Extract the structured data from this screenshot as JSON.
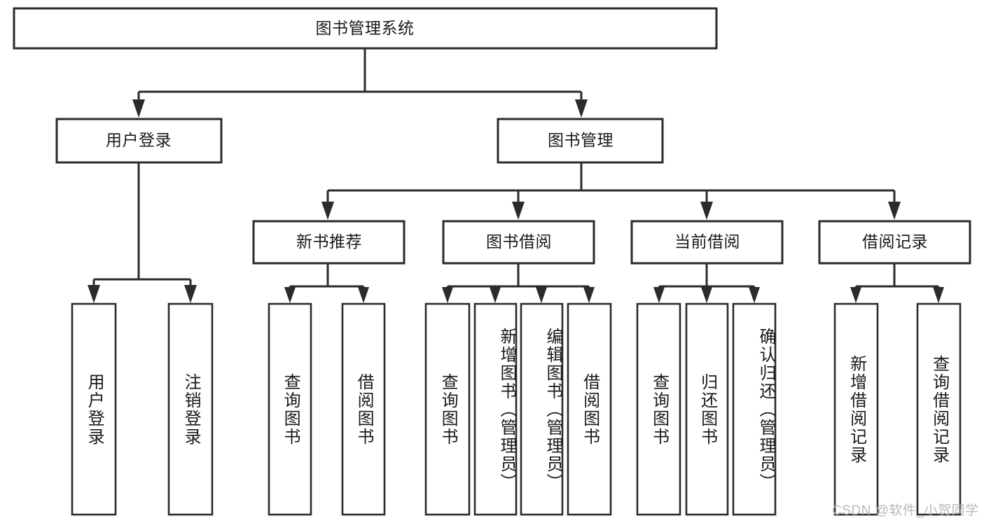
{
  "diagram": {
    "type": "tree",
    "title": "图书管理系统",
    "root": {
      "id": "root",
      "label": "图书管理系统",
      "orientation": "horizontal"
    },
    "level2": [
      {
        "id": "user-login",
        "label": "用户登录",
        "orientation": "horizontal"
      },
      {
        "id": "book-manage",
        "label": "图书管理",
        "orientation": "horizontal"
      }
    ],
    "level3": [
      {
        "id": "new-book-recommend",
        "label": "新书推荐",
        "orientation": "horizontal"
      },
      {
        "id": "book-borrow",
        "label": "图书借阅",
        "orientation": "horizontal"
      },
      {
        "id": "current-borrow",
        "label": "当前借阅",
        "orientation": "horizontal"
      },
      {
        "id": "borrow-record",
        "label": "借阅记录",
        "orientation": "horizontal"
      }
    ],
    "leaves": {
      "user_login": [
        {
          "id": "leaf-user-login",
          "label": "用户登录",
          "orientation": "vertical"
        },
        {
          "id": "leaf-logout-login",
          "label": "注销登录",
          "orientation": "vertical"
        }
      ],
      "new_book_recommend": [
        {
          "id": "leaf-query-book-1",
          "label": "查询图书",
          "orientation": "vertical"
        },
        {
          "id": "leaf-borrow-book-1",
          "label": "借阅图书",
          "orientation": "vertical"
        }
      ],
      "book_borrow": [
        {
          "id": "leaf-query-book-2",
          "label": "查询图书",
          "orientation": "vertical"
        },
        {
          "id": "leaf-add-book",
          "label": "新增图书（管理员）",
          "orientation": "vertical"
        },
        {
          "id": "leaf-edit-book",
          "label": "编辑图书（管理员）",
          "orientation": "vertical"
        },
        {
          "id": "leaf-borrow-book-2",
          "label": "借阅图书",
          "orientation": "vertical"
        }
      ],
      "current_borrow": [
        {
          "id": "leaf-query-book-3",
          "label": "查询图书",
          "orientation": "vertical"
        },
        {
          "id": "leaf-return-book",
          "label": "归还图书",
          "orientation": "vertical"
        },
        {
          "id": "leaf-confirm-return",
          "label": "确认归还（管理员）",
          "orientation": "vertical"
        }
      ],
      "borrow_record": [
        {
          "id": "leaf-add-record",
          "label": "新增借阅记录",
          "orientation": "vertical"
        },
        {
          "id": "leaf-query-record",
          "label": "查询借阅记录",
          "orientation": "vertical"
        }
      ]
    },
    "colors": {
      "stroke": "#2b2b2b",
      "fill": "#ffffff",
      "text": "#1a1a1a",
      "watermark": "#b9b9b9",
      "background": "#ffffff"
    }
  },
  "watermark": {
    "text": "CSDN @软件_小贺同学"
  }
}
